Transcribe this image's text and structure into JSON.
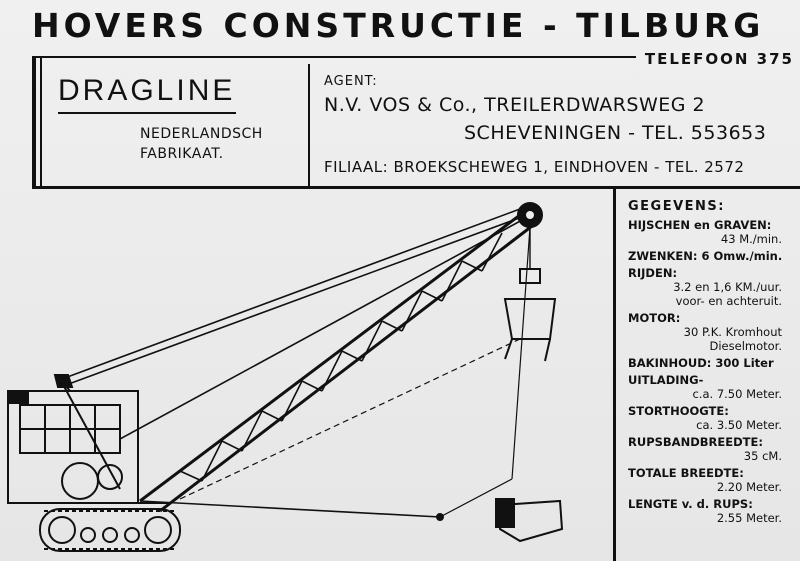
{
  "header": {
    "title": "HOVERS CONSTRUCTIE - TILBURG",
    "phone": "TELEFOON 375"
  },
  "product": {
    "name": "DRAGLINE",
    "origin_line1": "NEDERLANDSCH",
    "origin_line2": "FABRIKAAT."
  },
  "agent": {
    "label": "AGENT:",
    "line1": "N.V. VOS & Co., TREILERDWARSWEG 2",
    "line2": "SCHEVENINGEN - TEL. 553653",
    "branch": "FILIAAL: BROEKSCHEWEG 1, EINDHOVEN - TEL. 2572"
  },
  "specs": {
    "heading": "GEGEVENS:",
    "items": [
      {
        "label": "HIJSCHEN en GRAVEN:",
        "value": "43 M./min."
      },
      {
        "label": "ZWENKEN: 6 Omw./min.",
        "value": ""
      },
      {
        "label": "RIJDEN:",
        "value": "3.2 en 1,6 KM./uur.",
        "value2": "voor- en achteruit."
      },
      {
        "label": "MOTOR:",
        "value": "30 P.K. Kromhout",
        "value2": "Dieselmotor."
      },
      {
        "label": "BAKINHOUD: 300 Liter",
        "value": ""
      },
      {
        "label": "UITLADING-",
        "value": "c.a. 7.50 Meter."
      },
      {
        "label": "STORTHOOGTE:",
        "value": "ca. 3.50 Meter."
      },
      {
        "label": "RUPSBANDBREEDTE:",
        "value": "35 cM."
      },
      {
        "label": "TOTALE BREEDTE:",
        "value": "2.20 Meter."
      },
      {
        "label": "LENGTE v. d. RUPS:",
        "value": "2.55 Meter."
      }
    ]
  }
}
